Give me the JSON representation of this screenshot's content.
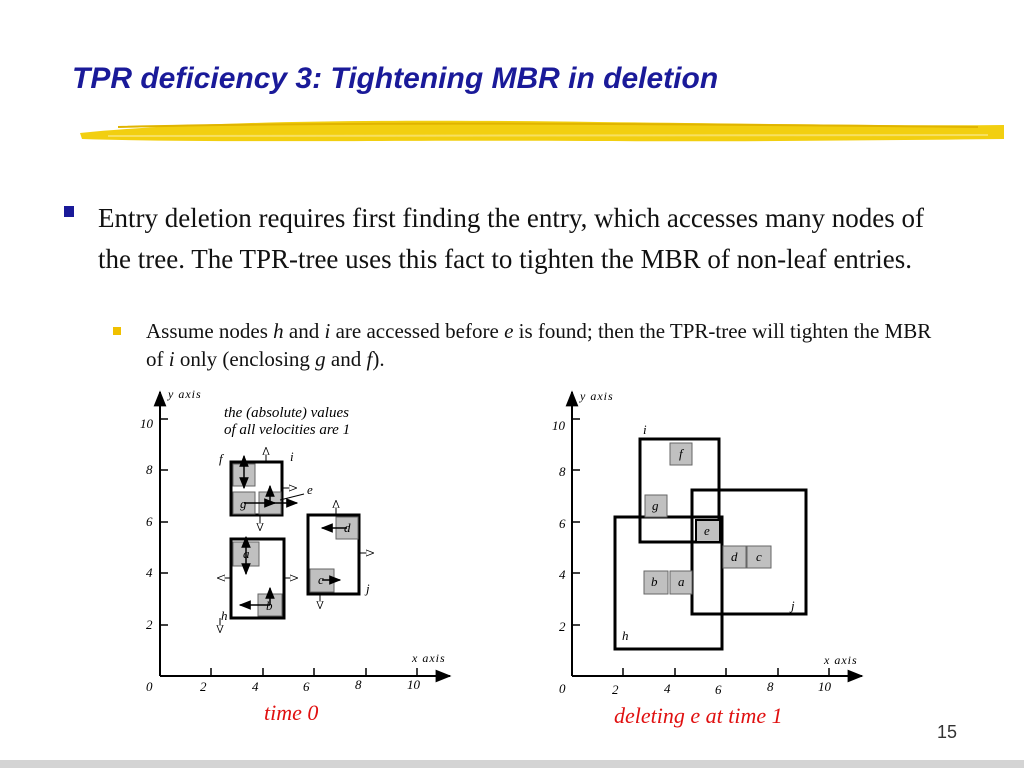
{
  "title": "TPR deficiency 3: Tightening MBR in deletion",
  "bullet1": "Entry deletion requires first finding the entry, which accesses many nodes of the tree. The TPR-tree uses this fact to tighten the MBR of non-leaf entries.",
  "bullet2": {
    "t1": "Assume nodes ",
    "h": "h",
    "t2": " and ",
    "i": "i",
    "t3": " are accessed before ",
    "e": "e",
    "t4": " is found; then the TPR-tree will tighten the MBR of ",
    "i2": "i",
    "t5": " only (enclosing ",
    "g": "g",
    "t6": " and ",
    "f": "f",
    "t7": ")."
  },
  "left_diagram": {
    "y_axis_label": "y axis",
    "x_axis_label": "x axis",
    "origin": "0",
    "y_ticks": [
      "2",
      "4",
      "6",
      "8",
      "10"
    ],
    "x_ticks": [
      "2",
      "4",
      "6",
      "8",
      "10"
    ],
    "note_line1": "the (absolute) values",
    "note_line2": "of all velocities are 1",
    "entry_labels": {
      "f": "f",
      "g": "g",
      "a": "a",
      "b": "b",
      "c": "c",
      "d": "d",
      "e": "e"
    },
    "node_labels": {
      "i": "i",
      "h": "h",
      "j": "j"
    },
    "caption": "time 0"
  },
  "right_diagram": {
    "y_axis_label": "y axis",
    "x_axis_label": "x axis",
    "origin": "0",
    "y_ticks": [
      "2",
      "4",
      "6",
      "8",
      "10"
    ],
    "x_ticks": [
      "2",
      "4",
      "6",
      "8",
      "10"
    ],
    "entry_labels": {
      "f": "f",
      "g": "g",
      "e": "e",
      "d": "d",
      "c": "c",
      "b": "b",
      "a": "a"
    },
    "node_labels": {
      "i": "i",
      "h": "h",
      "j": "j"
    },
    "caption": "deleting e at time 1"
  },
  "page_number": "15",
  "colors": {
    "title": "#1a1a99",
    "caption": "#e01010",
    "entry_fill": "#c0c0c0",
    "bullet_level2": "#f0c000"
  }
}
